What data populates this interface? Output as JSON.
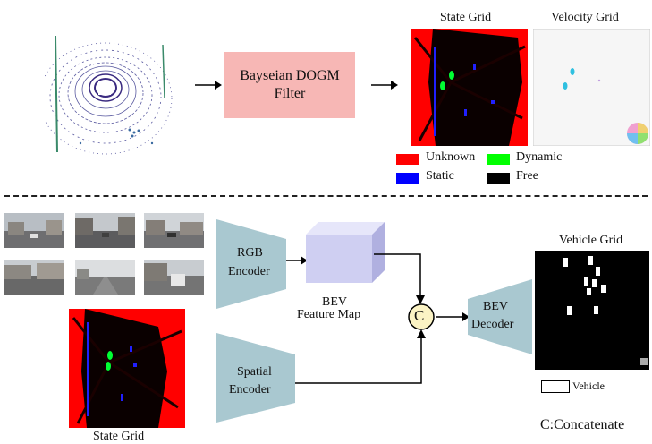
{
  "top": {
    "filter_label_line1": "Bayseian DOGM",
    "filter_label_line2": "Filter",
    "state_grid_title": "State Grid",
    "velocity_grid_title": "Velocity Grid",
    "legend": [
      {
        "label": "Unknown",
        "color": "#ff0000"
      },
      {
        "label": "Dynamic",
        "color": "#00ff00"
      },
      {
        "label": "Static",
        "color": "#0000ff"
      },
      {
        "label": "Free",
        "color": "#000000"
      }
    ]
  },
  "bottom": {
    "rgb_encoder_line1": "RGB",
    "rgb_encoder_line2": "Encoder",
    "spatial_encoder_line1": "Spatial",
    "spatial_encoder_line2": "Encoder",
    "bev_feature_line1": "BEV",
    "bev_feature_line2": "Feature Map",
    "concat_symbol": "C",
    "bev_decoder_line1": "BEV",
    "bev_decoder_line2": "Decoder",
    "vehicle_grid_title": "Vehicle Grid",
    "vehicle_legend": "Vehicle",
    "state_grid_caption": "State Grid",
    "concat_note": "C:Concatenate"
  },
  "colors": {
    "unknown": "#ff0000",
    "encoder": "#a9c8d0",
    "filter_box": "#f7b7b5",
    "feature_map": "#c8c8f0",
    "concat_node": "#fbf3c4"
  }
}
